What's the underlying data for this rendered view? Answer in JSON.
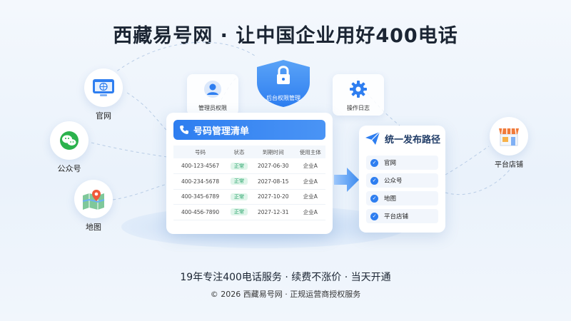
{
  "title": "西藏易号网 · 让中国企业用好400电话",
  "channels": {
    "website": "官网",
    "wechat": "公众号",
    "map": "地图"
  },
  "top_cards": {
    "permissions": "管理员权限",
    "backend": "后台权限管理",
    "logs": "操作日志"
  },
  "card": {
    "title": "号码管理清单",
    "headers": [
      "号码",
      "状态",
      "到期时间",
      "使用主体"
    ],
    "rows": [
      [
        "400-123-4567",
        "正常",
        "2027-06-30",
        "企业A"
      ],
      [
        "400-234-5678",
        "正常",
        "2027-08-15",
        "企业A"
      ],
      [
        "400-345-6789",
        "正常",
        "2027-10-20",
        "企业A"
      ],
      [
        "400-456-7890",
        "正常",
        "2027-12-31",
        "企业A"
      ]
    ]
  },
  "publish": {
    "title": "统一发布路径",
    "items": [
      "官网",
      "公众号",
      "地图",
      "平台店铺"
    ]
  },
  "platform": "平台店铺",
  "slogan": "19年专注400电话服务 · 续费不涨价 · 当天开通",
  "copyright": "© 2026 西藏易号网 · 正规运营商授权服务",
  "colors": {
    "primary": "#2e7ef0",
    "success": "#25a368",
    "dark": "#1b2533"
  }
}
